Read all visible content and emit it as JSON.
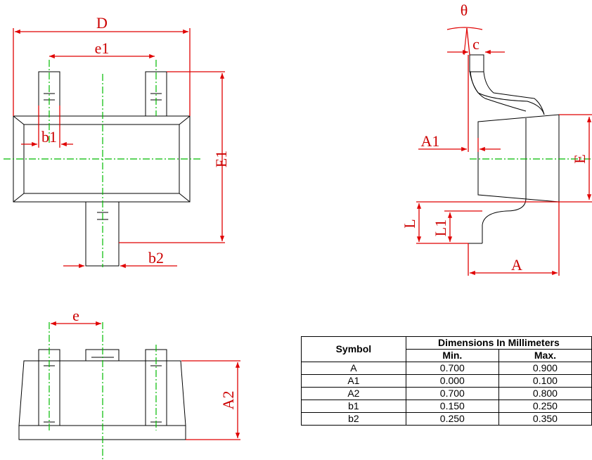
{
  "labels": {
    "D": "D",
    "e1": "e1",
    "b1": "b1",
    "E1": "E1",
    "b2": "b2",
    "theta": "θ",
    "c": "c",
    "A1": "A1",
    "E": "E",
    "L": "L",
    "L1": "L1",
    "A": "A",
    "e": "e",
    "A2": "A2"
  },
  "table": {
    "symbol_header": "Symbol",
    "dims_header": "Dimensions In Millimeters",
    "min_header": "Min.",
    "max_header": "Max.",
    "rows": [
      {
        "symbol": "A",
        "min": "0.700",
        "max": "0.900"
      },
      {
        "symbol": "A1",
        "min": "0.000",
        "max": "0.100"
      },
      {
        "symbol": "A2",
        "min": "0.700",
        "max": "0.800"
      },
      {
        "symbol": "b1",
        "min": "0.150",
        "max": "0.250"
      },
      {
        "symbol": "b2",
        "min": "0.250",
        "max": "0.350"
      }
    ]
  }
}
